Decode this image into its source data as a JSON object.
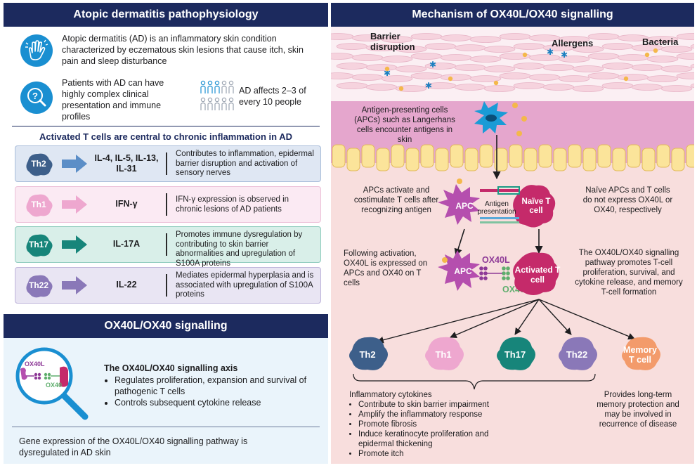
{
  "left": {
    "header_title": "Atopic dermatitis pathophysiology",
    "intro_text": "Atopic dermatitis (AD) is an inflammatory skin condition characterized by eczematous skin lesions that cause itch, skin pain and sleep disturbance",
    "complex_text": "Patients with AD can have highly complex clinical presentation and immune profiles",
    "prevalence_text": "AD affects 2–3 of every 10 people",
    "tcell_title": "Activated T cells are central to chronic inflammation in AD",
    "rows": [
      {
        "cell": "Th2",
        "cytokines": "IL-4, IL-5, IL-13, IL-31",
        "desc": "Contributes to inflammation, epidermal barrier disruption and activation of sensory nerves"
      },
      {
        "cell": "Th1",
        "cytokines": "IFN-γ",
        "desc": "IFN-γ expression is observed in chronic lesions of AD patients"
      },
      {
        "cell": "Th17",
        "cytokines": "IL-17A",
        "desc": "Promotes immune dysregulation by contributing to skin barrier abnormalities and upregulation of S100A proteins"
      },
      {
        "cell": "Th22",
        "cytokines": "IL-22",
        "desc": "Mediates epidermal hyperplasia and is associated with upregulation of S100A proteins"
      }
    ],
    "signal_header": "OX40L/OX40 signalling",
    "magnifier_ox40l": "OX40L",
    "magnifier_ox40": "OX40",
    "axis_title": "The OX40L/OX40 signalling axis",
    "axis_bullets": [
      "Regulates proliferation, expansion and survival of pathogenic T cells",
      "Controls subsequent cytokine release"
    ],
    "gene_text": "Gene expression of the OX40L/OX40 signalling pathway is dysregulated in AD skin"
  },
  "right": {
    "header_title": "Mechanism of OX40L/OX40 signalling",
    "barrier_label": "Barrier disruption",
    "allergens_label": "Allergens",
    "bacteria_label": "Bacteria",
    "apc_desc": "Antigen-presenting cells (APCs) such as Langerhans cells encounter antigens in skin",
    "apc_activate": "APCs activate and costimulate T cells after recognizing antigen",
    "naive_note": "Naïve APCs and T cells do not express OX40L or OX40, respectively",
    "apc_label": "APC",
    "naive_tcell_label": "Naïve T cell",
    "antigen_presentation": "Antigen presentation",
    "following_activation": "Following activation, OX40L is expressed on APCs and OX40 on T cells",
    "ox40l_label": "OX40L",
    "ox40_label": "OX40",
    "activated_tcell_label": "Activated T cell",
    "pathway_promotes": "The OX40L/OX40 signalling pathway promotes T-cell proliferation, survival, and cytokine release, and memory T-cell formation",
    "subsets": [
      "Th2",
      "Th1",
      "Th17",
      "Th22",
      "Memory T cell"
    ],
    "cytokines_title": "Inflammatory cytokines",
    "cytokine_bullets": [
      "Contribute to skin barrier impairment",
      "Amplify the inflammatory response",
      "Promote fibrosis",
      "Induce keratinocyte proliferation and epidermal thickening",
      "Promote itch"
    ],
    "memory_note": "Provides long-term memory protection and may be involved in recurrence of disease"
  },
  "colors": {
    "navy": "#1c2a5e",
    "blue_icon": "#1a8fd1",
    "th2": "#3d5f8a",
    "th1": "#eea7cf",
    "th17": "#17857a",
    "th22": "#8a78b8",
    "memory": "#f39b6b",
    "apc": "#b54fae",
    "tcell": "#c52a6a"
  }
}
